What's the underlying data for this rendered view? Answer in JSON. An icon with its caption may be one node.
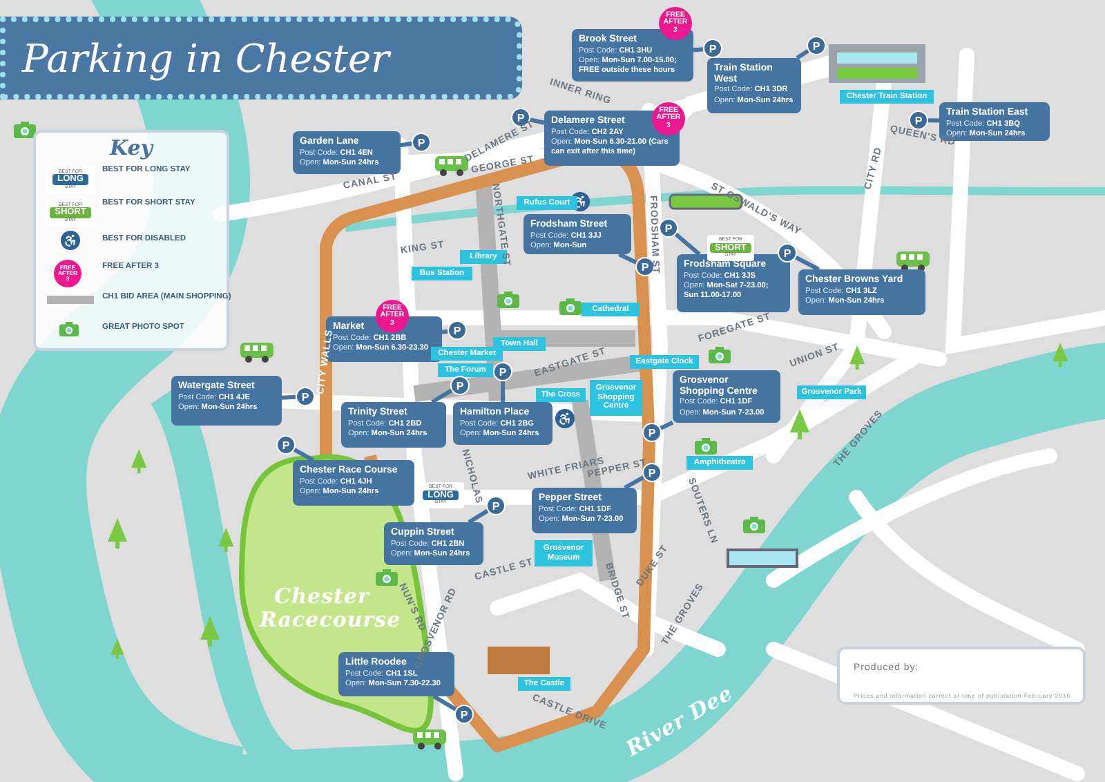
{
  "diagram": {
    "title": "Parking in Chester",
    "nodes": [
      {
        "text": [
          "Key"
        ]
      },
      {
        "text": [
          "BEST FOR",
          "LONG",
          "STAY"
        ],
        "in": 0
      },
      {
        "text": [
          "BEST FOR",
          "SHORT",
          "STAY"
        ],
        "in": 0
      },
      {
        "text": [
          "FREE AFTER 3"
        ],
        "in": 0
      },
      {
        "text": [
          "Brook Street",
          "Post Code: **CH1 3HU**",
          "Open: **Mon-Sun 7.00-15.00; FREE outside these hours**"
        ]
      },
      {
        "text": [
          "P"
        ]
      },
      {
        "text": [
          "FREE AFTER 3"
        ]
      },
      {
        "text": [
          "Train Station West",
          "Post Code: **CH1 3DR**",
          "Open: **Mon-Sun 24hrs**"
        ]
      },
      {
        "text": [
          "P"
        ]
      },
      {
        "text": [
          "Chester Train Station"
        ]
      },
      {
        "text": [
          "Garden Lane",
          "Post Code: **CH1 4EN**",
          "Open: **Mon-Sun 24hrs**"
        ]
      },
      {
        "text": [
          "P"
        ]
      },
      {
        "text": [
          "Delamere Street",
          "Post Code: **CH2 2AY**",
          "Open: **Mon-Sun 6.30-21.00 (Cars can exit after this time)**"
        ]
      },
      {
        "text": [
          "P"
        ]
      },
      {
        "text": [
          "FREE AFTER 3"
        ]
      },
      {
        "text": [
          "Train Station East",
          "Post Code: **CH1 3BQ**",
          "Open: **Mon-Sun 24hrs**"
        ]
      },
      {
        "text": [
          "P"
        ]
      },
      {
        "text": [
          "Rufus Court"
        ]
      },
      {
        "text": [
          "Frodsham Street",
          "Post Code: **CH1 3JJ**",
          "Open: **Mon-Sun**"
        ]
      },
      {
        "text": [
          "P"
        ]
      },
      {
        "text": [
          "Frodsham Square",
          "Post Code: **CH1 3JS**",
          "Open: **Mon-Sat 7-23.00; Sun 11.00-17.00**"
        ]
      },
      {
        "text": [
          "P"
        ]
      },
      {
        "text": [
          "BEST FOR",
          "SHORT",
          "STAY"
        ]
      },
      {
        "text": [
          "Library"
        ]
      },
      {
        "text": [
          "Bus Station"
        ]
      },
      {
        "text": [
          "Cathedral"
        ]
      },
      {
        "text": [
          "Chester Browns Yard",
          "Post Code: **CH1 3LZ**",
          "Open: **Mon-Sun 24hrs**"
        ]
      },
      {
        "text": [
          "P"
        ]
      },
      {
        "text": [
          "Market",
          "Post Code: **CH1 2BB**",
          "Open: **Mon-Sun 6.30-23.30**"
        ]
      },
      {
        "text": [
          "P"
        ]
      },
      {
        "text": [
          "FREE AFTER 3"
        ]
      },
      {
        "text": [
          "Chester Market"
        ]
      },
      {
        "text": [
          "Town Hall"
        ]
      },
      {
        "text": [
          "The Forum"
        ]
      },
      {
        "text": [
          "Eastgate Clock"
        ]
      },
      {
        "text": [
          "Grosvenor Park"
        ]
      },
      {
        "text": [
          "Watergate Street",
          "Post Code: **CH1 4JE**",
          "Open: **Mon-Sun 24hrs**"
        ]
      },
      {
        "text": [
          "P"
        ]
      },
      {
        "text": [
          "Trinity Street",
          "Post Code: **CH1 2BD**",
          "Open: **Mon-Sun 24hrs**"
        ]
      },
      {
        "text": [
          "P"
        ]
      },
      {
        "text": [
          "Hamilton Place",
          "Post Code: **CH1 2BG**",
          "Open: **Mon-Sun 24hrs**"
        ]
      },
      {
        "text": [
          "P"
        ]
      },
      {
        "text": [
          "The Cross"
        ]
      },
      {
        "text": [
          "Grosvenor Shopping Centre"
        ]
      },
      {
        "text": [
          "Grosvenor Shopping Centre",
          "Post Code: **CH1 1DF**",
          "Open: **Mon-Sun 7-23.00**"
        ]
      },
      {
        "text": [
          "P"
        ]
      },
      {
        "text": [
          "Chester Race Course",
          "Post Code: **CH1 4JH**",
          "Open: **Mon-Sun 24hrs**"
        ]
      },
      {
        "text": [
          "P"
        ]
      },
      {
        "text": [
          "BEST FOR",
          "LONG",
          "STAY"
        ]
      },
      {
        "text": [
          "Amphitheatre"
        ]
      },
      {
        "text": [
          "Cuppin Street",
          "Post Code: **CH1 2BN**",
          "Open: **Mon-Sun 24hrs**"
        ]
      },
      {
        "text": [
          "P"
        ]
      },
      {
        "text": [
          "Pepper Street",
          "Post Code: **CH1 1DF**",
          "Open: **Mon-Sun 7-23.00**"
        ]
      },
      {
        "text": [
          "P"
        ]
      },
      {
        "text": [
          "Grosvenor Museum"
        ]
      },
      {
        "text": [
          "The Castle"
        ]
      },
      {
        "text": [
          "Little Roodee",
          "Post Code: **CH1 1SL**",
          "Open: **Mon-Sun 7.30-22.30**"
        ]
      },
      {
        "text": [
          "P"
        ]
      }
    ],
    "edges": [
      {
        "from": 4,
        "to": 5,
        "arrow": "none"
      },
      {
        "from": 7,
        "to": 8,
        "arrow": "none"
      },
      {
        "from": 10,
        "to": 11,
        "arrow": "none"
      },
      {
        "from": 12,
        "to": 13,
        "arrow": "none"
      },
      {
        "from": 15,
        "to": 16,
        "arrow": "none"
      },
      {
        "from": 18,
        "to": 19,
        "arrow": "none"
      },
      {
        "from": 20,
        "to": 21,
        "arrow": "none"
      },
      {
        "from": 26,
        "to": 27,
        "arrow": "none"
      },
      {
        "from": 28,
        "to": 29,
        "arrow": "none"
      },
      {
        "from": 36,
        "to": 37,
        "arrow": "none"
      },
      {
        "from": 38,
        "to": 39,
        "arrow": "none"
      },
      {
        "from": 40,
        "to": 41,
        "arrow": "none"
      },
      {
        "from": 44,
        "to": 45,
        "arrow": "none"
      },
      {
        "from": 46,
        "to": 47,
        "arrow": "none"
      },
      {
        "from": 50,
        "to": 51,
        "arrow": "none"
      },
      {
        "from": 52,
        "to": 53,
        "arrow": "none"
      },
      {
        "from": 56,
        "to": 57,
        "arrow": "none"
      }
    ],
    "labels": [
      "INNER RING",
      "DELAMERE ST",
      "CANAL ST",
      "GEORGE ST",
      "NORTHGATE ST",
      "KING ST",
      "CITY WALLS",
      "FRODSHAM ST",
      "ST OSWALD'S WAY",
      "CITY RD",
      "QUEEN'S RD",
      "FOREGATE ST",
      "EASTGATE ST",
      "UNION ST",
      "THE GROVES",
      "THE GROVES",
      "SOUTERS LN",
      "DUKE ST",
      "BRIDGE ST",
      "PEPPER ST",
      "NICHOLAS",
      "WHITE FRIARS",
      "CASTLE ST",
      "GROSVENOR RD",
      "NUN'S RD",
      "CASTLE DRIVE",
      "Chester Racecourse",
      "River Dee",
      "Produced by:",
      "Prices and information correct at time of publication February 2016"
    ],
    "legend": [
      {
        "text": "BEST FOR LONG STAY"
      },
      {
        "text": "BEST FOR SHORT STAY"
      },
      {
        "text": "BEST FOR DISABLED"
      },
      {
        "text": "FREE AFTER 3"
      },
      {
        "text": "CH1 BID AREA (MAIN SHOPPING)",
        "color": "#b3b3b3"
      },
      {
        "text": "GREAT PHOTO SPOT"
      }
    ]
  }
}
